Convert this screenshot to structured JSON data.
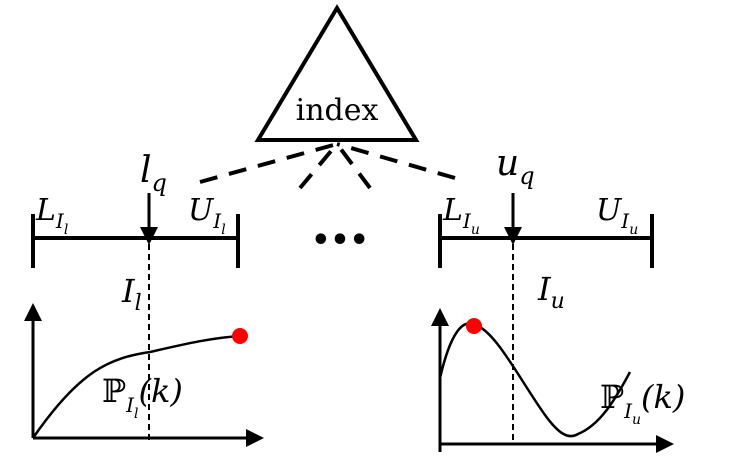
{
  "index_label": "index",
  "left_interval": {
    "query_bound": "l",
    "query_bound_sub": "q",
    "lower_label": "L",
    "upper_label": "U",
    "endpoint_sub": "I",
    "endpoint_subsub": "l",
    "name": "I",
    "name_sub": "l"
  },
  "right_interval": {
    "query_bound": "u",
    "query_bound_sub": "q",
    "lower_label": "L",
    "upper_label": "U",
    "endpoint_sub": "I",
    "endpoint_subsub": "u",
    "name": "I",
    "name_sub": "u"
  },
  "ellipsis": "•••",
  "left_plot": {
    "prob_symbol": "ℙ",
    "prob_sub": "I",
    "prob_subsub": "l",
    "arg": "(k)",
    "curve": "increasing-concave",
    "max_marker_color": "#ff0000"
  },
  "right_plot": {
    "prob_symbol": "ℙ",
    "prob_sub": "I",
    "prob_subsub": "u",
    "arg": "(k)",
    "curve": "peak-then-valley",
    "max_marker_color": "#ff0000"
  },
  "colors": {
    "stroke": "#000000",
    "marker": "#ff0000"
  }
}
